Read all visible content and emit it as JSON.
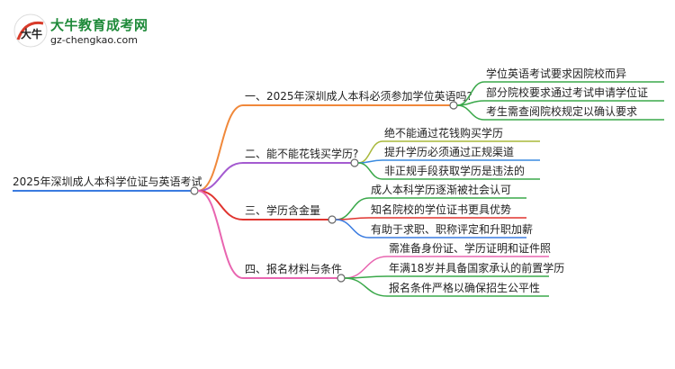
{
  "logo": {
    "mark_text": "大牛",
    "title": "大牛教育成考网",
    "url": "gz-chengkao.com"
  },
  "mindmap": {
    "root": "2025年深圳成人本科学位证与英语考试",
    "branches": [
      {
        "label": "一、2025年深圳成人本科必须参加学位英语吗?",
        "color": "#f0883a",
        "leaves": [
          "学位英语考试要求因院校而异",
          "部分院校要求通过考试申请学位证",
          "考生需查阅院校规定以确认要求"
        ]
      },
      {
        "label": "二、能不能花钱买学历?",
        "color": "#a45ad0",
        "leaves": [
          "绝不能通过花钱购买学历",
          "提升学历必须通过正规渠道",
          "非正规手段获取学历是违法的"
        ]
      },
      {
        "label": "三、学历含金量",
        "color": "#e0342f",
        "leaves": [
          "成人本科学历逐渐被社会认可",
          "知名院校的学位证书更具优势",
          "有助于求职、职称评定和升职加薪"
        ]
      },
      {
        "label": "四、报名材料与条件",
        "color": "#e865b0",
        "leaves": [
          "需准备身份证、学历证明和证件照",
          "年满18岁并具备国家承认的前置学历",
          "报名条件严格以确保招生公平性"
        ]
      }
    ],
    "leaf_colors": [
      [
        "#3aa84a",
        "#3aa84a",
        "#3aa84a"
      ],
      [
        "#a8b83a",
        "#3a8be0",
        "#3aa84a"
      ],
      [
        "#3aa84a",
        "#e0342f",
        "#3a7be0"
      ],
      [
        "#e865b0",
        "#3aa84a",
        "#3aa84a"
      ]
    ],
    "root_color": "#3a7be0"
  }
}
